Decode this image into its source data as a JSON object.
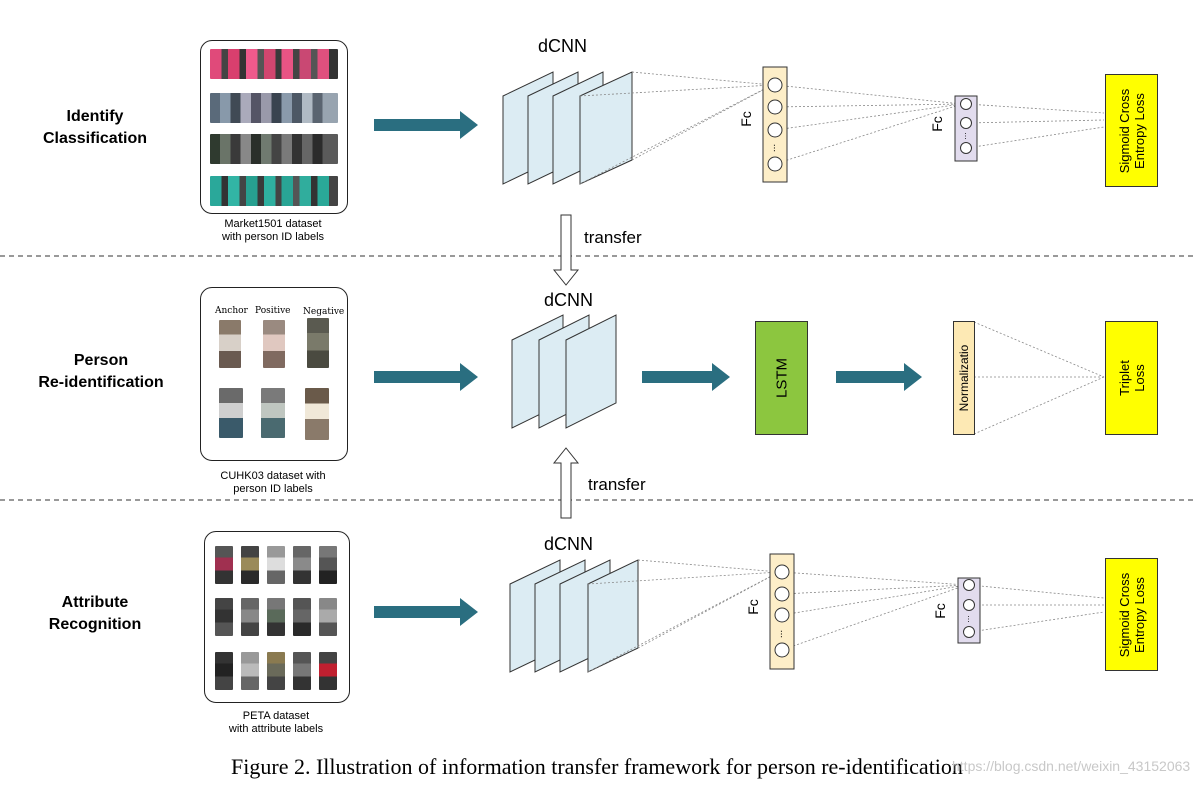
{
  "rows": [
    {
      "label_lines": [
        "Identify",
        "Classification"
      ],
      "dataset_lines": [
        "Market1501 dataset",
        "with person ID labels"
      ]
    },
    {
      "label_lines": [
        "Person",
        "Re-identification"
      ],
      "dataset_lines": [
        "CUHK03 dataset with",
        "person ID labels"
      ]
    },
    {
      "label_lines": [
        "Attribute",
        "Recognition"
      ],
      "dataset_lines": [
        "PETA dataset",
        "with attribute labels"
      ]
    }
  ],
  "triplet_columns": [
    "Anchor",
    "Positive",
    "Negative"
  ],
  "dcnn_label": "dCNN",
  "transfer_label": "transfer",
  "fc_label": "Fc",
  "lstm_label": "LSTM",
  "norm_label": "Normalizatio",
  "sigmoid_lines": [
    "Sigmoid Cross",
    "Entropy Loss"
  ],
  "triplet_lines": [
    "Triplet",
    "Loss"
  ],
  "caption": "Figure 2. Illustration of information transfer framework for person re-identification",
  "watermark": "https://blog.csdn.net/weixin_43152063",
  "colors": {
    "arrow": "#2a6e80",
    "layer": "#dcecf3",
    "fc": "#fdeec8",
    "fc2": "#e2dcee",
    "loss": "#ffff00",
    "lstm": "#8cc63f",
    "norm": "#fde9b4"
  }
}
